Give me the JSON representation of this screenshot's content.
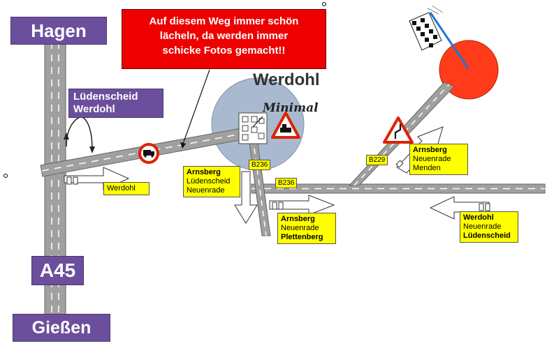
{
  "signs": {
    "hagen": "Hagen",
    "luedenscheid_werdohl": [
      "Lüdenscheid",
      "Werdohl"
    ],
    "a45": "A45",
    "giessen": "Gießen"
  },
  "callout": [
    "Auf diesem Weg immer schön",
    "lächeln, da werden immer",
    "schicke Fotos gemacht!!"
  ],
  "town": "Werdohl",
  "town_note": "Minimal",
  "road_labels": {
    "b236_a": "B236",
    "b236_b": "B236",
    "b229": "B229"
  },
  "direction_boxes": {
    "werdohl": [
      "Werdohl"
    ],
    "arnsberg_left": [
      "Arnsberg",
      "Lüdenscheid",
      "Neuenrade"
    ],
    "arnsberg_bottom": [
      "Arnsberg",
      "Neuenrade",
      "Plettenberg"
    ],
    "arnsberg_right": [
      "Arnsberg",
      "Neuenrade",
      "Menden"
    ],
    "werdohl_right": [
      "Werdohl",
      "Neuenrade",
      "Lüdenscheid"
    ]
  },
  "colors": {
    "sign_purple": "#6b4f9c",
    "callout_red": "#ee0000",
    "label_yellow": "#ffff00",
    "finish_circle": "#ff3b1a",
    "town_circle": "#a9bad0",
    "road": "#a0a0a0"
  },
  "icons": [
    "truck-prohibited-icon",
    "railway-crossing-icon",
    "winding-road-icon",
    "finish-flag-icon"
  ]
}
